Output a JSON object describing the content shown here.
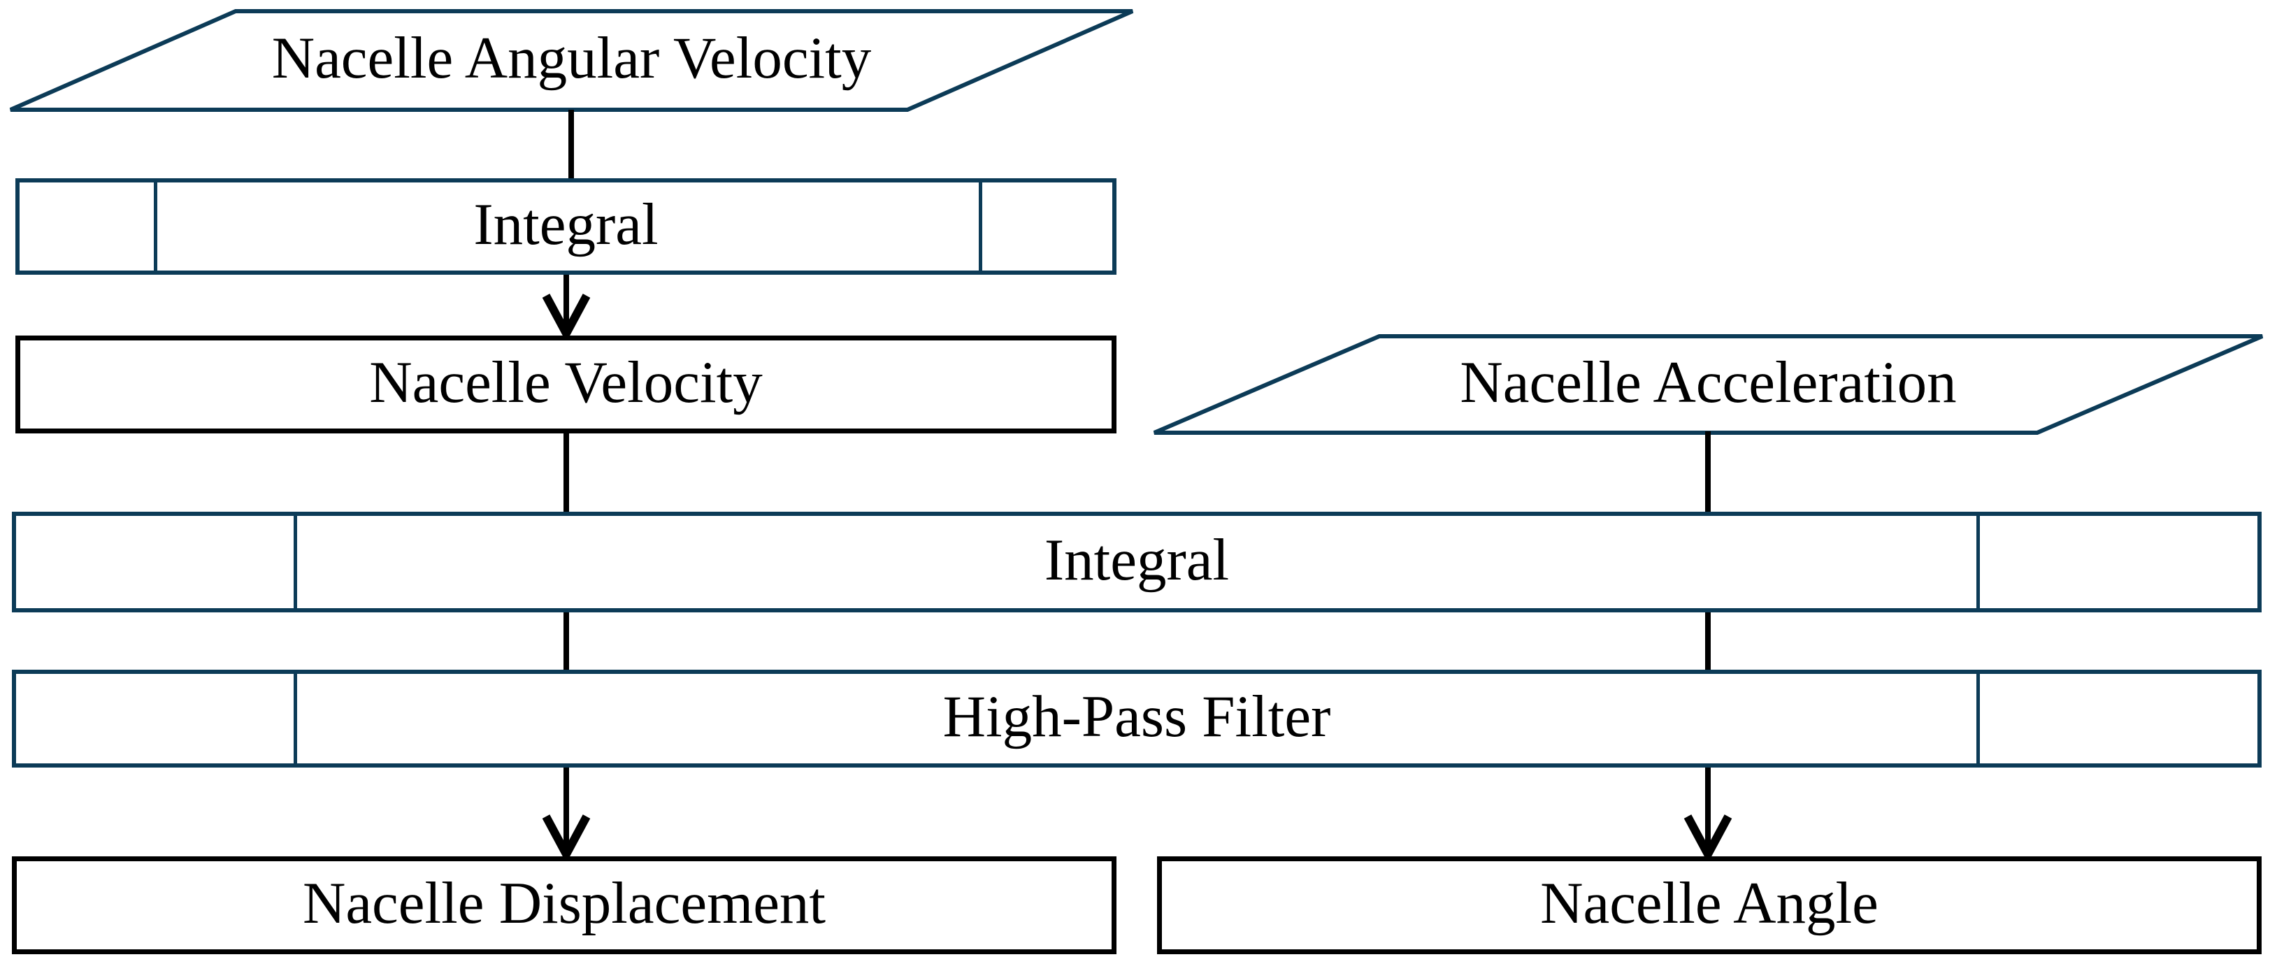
{
  "diagram": {
    "type": "flowchart",
    "background": "#ffffff",
    "colors": {
      "io_outline": "#0c3b57",
      "process_outline": "#0c3b57",
      "terminal_outline": "#000000",
      "connector": "#000000",
      "text": "#000000",
      "shape_fill": "#ffffff"
    },
    "nodes": {
      "nacelle_angular_velocity": {
        "label": "Nacelle Angular Velocity",
        "shape": "parallelogram",
        "role": "input"
      },
      "integral_1": {
        "label": "Integral",
        "shape": "predefined-process",
        "role": "process"
      },
      "nacelle_velocity": {
        "label": "Nacelle Velocity",
        "shape": "rectangle",
        "role": "result"
      },
      "nacelle_acceleration": {
        "label": "Nacelle Acceleration",
        "shape": "parallelogram",
        "role": "input"
      },
      "integral_2": {
        "label": "Integral",
        "shape": "predefined-process",
        "role": "process"
      },
      "high_pass_filter": {
        "label": "High-Pass Filter",
        "shape": "predefined-process",
        "role": "process"
      },
      "nacelle_displacement": {
        "label": "Nacelle Displacement",
        "shape": "rectangle",
        "role": "output"
      },
      "nacelle_angle": {
        "label": "Nacelle Angle",
        "shape": "rectangle",
        "role": "output"
      }
    },
    "edges": [
      {
        "from": "nacelle_angular_velocity",
        "to": "integral_1",
        "arrowhead": false
      },
      {
        "from": "integral_1",
        "to": "nacelle_velocity",
        "arrowhead": true
      },
      {
        "from": "nacelle_velocity",
        "to": "integral_2",
        "arrowhead": false
      },
      {
        "from": "nacelle_acceleration",
        "to": "integral_2",
        "arrowhead": false
      },
      {
        "from": "integral_2",
        "to": "high_pass_filter",
        "arrowhead": false,
        "branch": "left"
      },
      {
        "from": "integral_2",
        "to": "high_pass_filter",
        "arrowhead": false,
        "branch": "right"
      },
      {
        "from": "high_pass_filter",
        "to": "nacelle_displacement",
        "arrowhead": true
      },
      {
        "from": "high_pass_filter",
        "to": "nacelle_angle",
        "arrowhead": true
      }
    ]
  }
}
